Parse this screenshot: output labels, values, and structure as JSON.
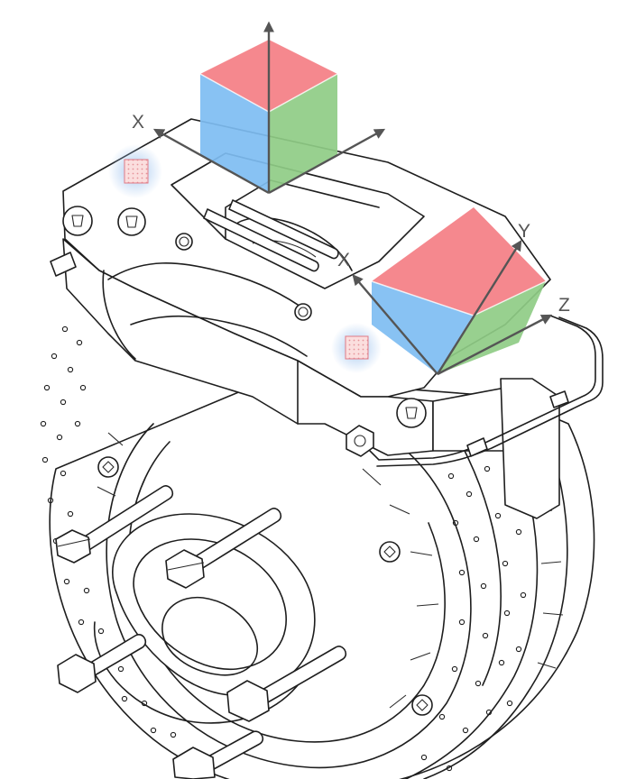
{
  "gizmo_colors": {
    "top": "#f47e84",
    "left": "#7ebdf2",
    "right": "#8fcc86",
    "axis": "#555555",
    "marker_fill": "#fbdede",
    "marker_stroke": "#e07a85",
    "glow": "#9ec3ef"
  },
  "gizmo_large": {
    "x_label": "X"
  },
  "gizmo_small": {
    "x_label": "X",
    "y_label": "Y",
    "z_label": "Z"
  },
  "icons": [
    "transform-gizmo-icon",
    "selection-marker-icon"
  ]
}
